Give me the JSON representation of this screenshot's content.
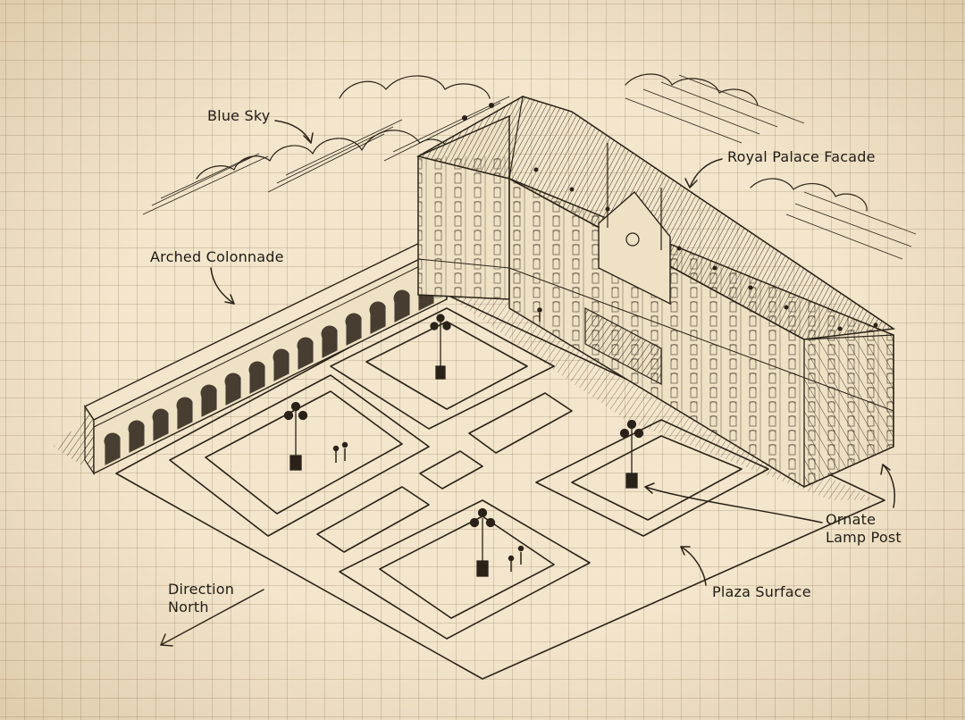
{
  "labels": {
    "blue_sky": "Blue Sky",
    "royal_palace_facade": "Royal Palace Facade",
    "arched_colonnade": "Arched Colonnade",
    "ornate_lamp_post_line1": "Ornate",
    "ornate_lamp_post_line2": "Lamp Post",
    "plaza_surface": "Plaza Surface",
    "direction_north_line1": "Direction",
    "direction_north_line2": "North"
  },
  "colors": {
    "paper": "#f3e6cc",
    "ink": "#2a2218",
    "grid": "#b59d78"
  }
}
